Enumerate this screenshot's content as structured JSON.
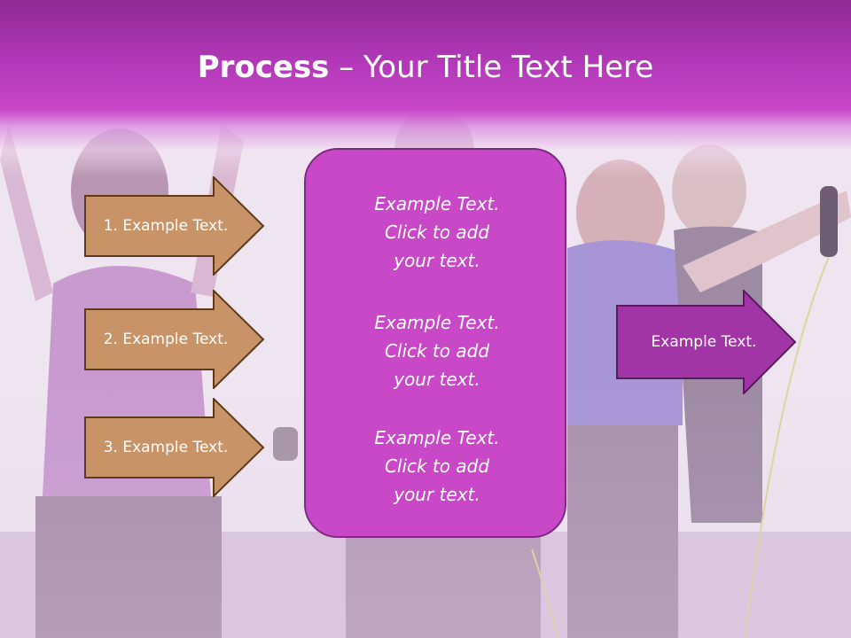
{
  "header": {
    "title_bold": "Process",
    "title_rest": " – Your Title Text Here"
  },
  "left_steps": [
    {
      "label": "1. Example Text."
    },
    {
      "label": "2. Example Text."
    },
    {
      "label": "3. Example Text."
    }
  ],
  "center_box": {
    "items": [
      {
        "line1": "Example Text.",
        "line2": "Click  to add",
        "line3": "your text."
      },
      {
        "line1": "Example Text.",
        "line2": "Click  to add",
        "line3": "your text."
      },
      {
        "line1": "Example Text.",
        "line2": "Click  to add",
        "line3": "your text."
      }
    ]
  },
  "right_step": {
    "label": "Example Text."
  },
  "colors": {
    "title_band": "#b238b8",
    "left_arrow_fill": "#c79367",
    "left_arrow_stroke": "#5e3a1a",
    "center_fill": "#c848c8",
    "center_stroke": "#7e2a80",
    "right_arrow_fill": "#a235a6",
    "right_arrow_stroke": "#5a1a5e"
  },
  "icons": {
    "background": "fitness-photo"
  }
}
